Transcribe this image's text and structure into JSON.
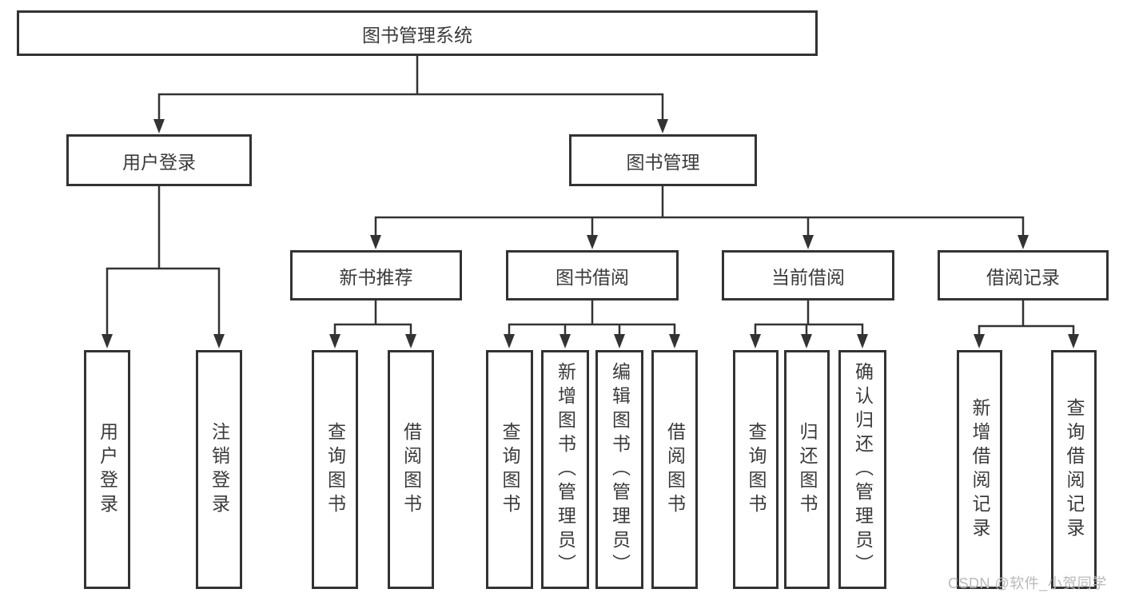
{
  "diagram": {
    "tree": {
      "root": {
        "label": "图书管理系统",
        "children": [
          {
            "label": "用户登录",
            "children": [
              {
                "label": "用户登录"
              },
              {
                "label": "注销登录"
              }
            ]
          },
          {
            "label": "图书管理",
            "children": [
              {
                "label": "新书推荐",
                "children": [
                  {
                    "label": "查询图书"
                  },
                  {
                    "label": "借阅图书"
                  }
                ]
              },
              {
                "label": "图书借阅",
                "children": [
                  {
                    "label": "查询图书"
                  },
                  {
                    "label": "新增图书（管理员）"
                  },
                  {
                    "label": "编辑图书（管理员）"
                  },
                  {
                    "label": "借阅图书"
                  }
                ]
              },
              {
                "label": "当前借阅",
                "children": [
                  {
                    "label": "查询图书"
                  },
                  {
                    "label": "归还图书"
                  },
                  {
                    "label": "确认归还（管理员）"
                  }
                ]
              },
              {
                "label": "借阅记录",
                "children": [
                  {
                    "label": "新增借阅记录"
                  },
                  {
                    "label": "查询借阅记录"
                  }
                ]
              }
            ]
          }
        ]
      }
    },
    "watermark": "CSDN @软件_小贺同学",
    "colors": {
      "line": "#333333",
      "text": "#3a3a3a",
      "background": "#ffffff",
      "watermark": "#b9b9b9"
    }
  }
}
